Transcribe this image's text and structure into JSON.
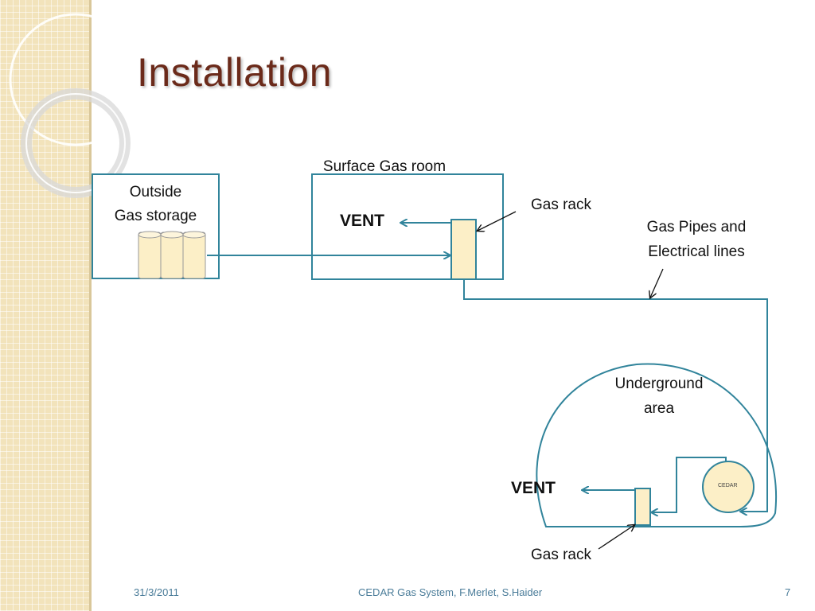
{
  "slide": {
    "title": "Installation",
    "footer": {
      "date": "31/3/2011",
      "center": "CEDAR Gas System,  F.Merlet, S.Haider",
      "page": "7"
    }
  },
  "diagram": {
    "surface_room_label": "Surface Gas room",
    "outside_storage_line1": "Outside",
    "outside_storage_line2": "Gas storage",
    "vent_top": "VENT",
    "gas_rack_top": "Gas rack",
    "pipes_line1": "Gas Pipes and",
    "pipes_line2": "Electrical lines",
    "underground_line1": "Underground",
    "underground_line2": "area",
    "cedar_label": "CEDAR",
    "vent_bottom": "VENT",
    "gas_rack_bottom": "Gas rack"
  },
  "colors": {
    "line": "#31849b",
    "component_fill": "#fcefc7",
    "title": "#6b2a1a",
    "sidebar": "#f2e3bb"
  }
}
